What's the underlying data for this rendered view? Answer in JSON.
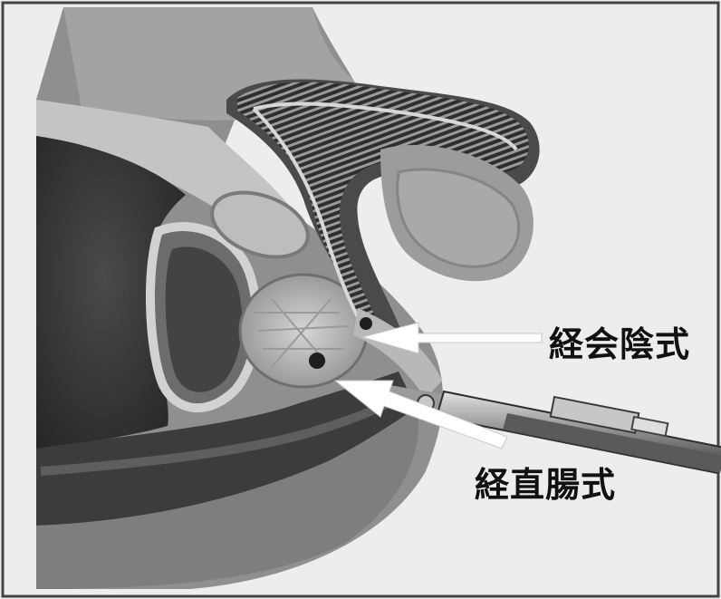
{
  "labels": {
    "transperineal": "経会陰式",
    "transrectal": "経直腸式"
  },
  "colors": {
    "background": "#eeeeec",
    "tissue_dark": "#3a3a3a",
    "tissue_mid": "#7a7a7a",
    "tissue_light": "#b5b5b5",
    "arrow": "#ffffff",
    "text": "#111111"
  },
  "icons": {
    "arrow_transperineal": "white-arrow-left",
    "arrow_transrectal": "white-arrow-down-left"
  }
}
